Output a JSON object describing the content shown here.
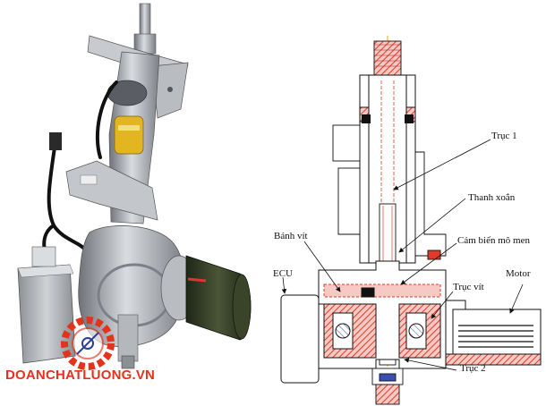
{
  "labels": {
    "truc1": "Trục 1",
    "thanh_xoan": "Thanh xoắn",
    "banh_vit": "Bánh vít",
    "cam_bien": "Cảm biến mô men",
    "ecu": "ECU",
    "truc_vit": "Trục vít",
    "motor": "Motor",
    "truc2": "Trục 2"
  },
  "watermark": {
    "text": "DOANCHATLUONG.VN",
    "color": "#e4331d"
  },
  "colors": {
    "section_hatch": "#e03a2a",
    "centerline": "#e8a800",
    "outline": "#111111",
    "photo_metal": "#a9adb3",
    "motor_body": "#2f3a22"
  }
}
